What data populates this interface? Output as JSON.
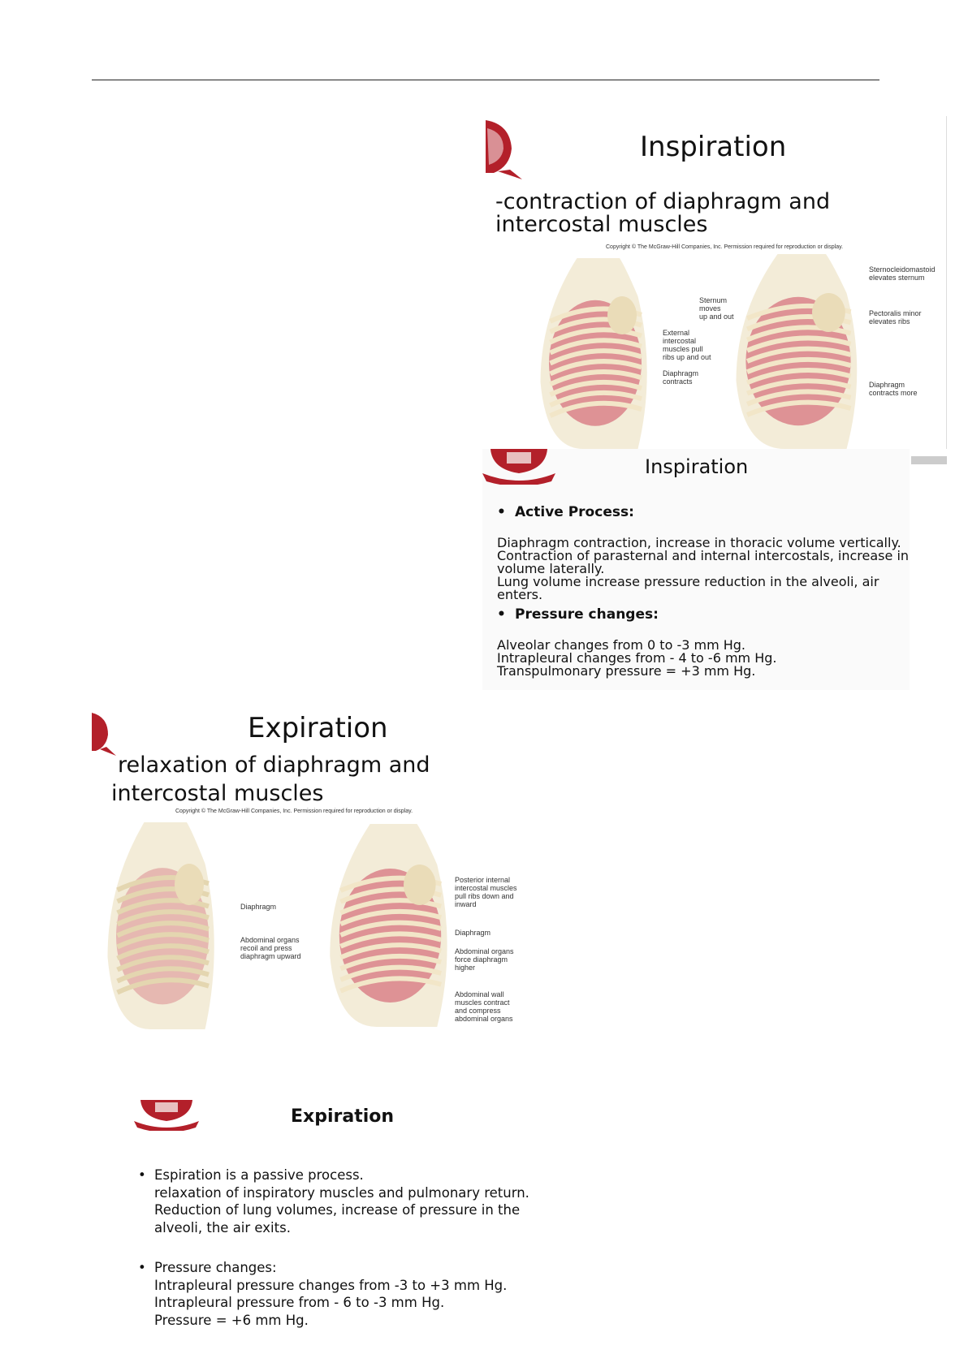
{
  "slides": {
    "inspiration_figure": {
      "title": "Inspiration",
      "subtitle_line1": "-contraction of diaphragm  and",
      "subtitle_line2": "intercostal muscles",
      "copyright": "Copyright © The McGraw-Hill Companies, Inc. Permission required for reproduction or display.",
      "labels": {
        "external_intercostal": "External\nintercostal\nmuscles pull\nribs up and out",
        "diaphragm_contracts": "Diaphragm\ncontracts",
        "sternum": "Sternum\nmoves\nup and out",
        "sternocleidomastoid": "Sternocleidomastoid\nelevates sternum",
        "pectoralis": "Pectoralis minor\nelevates ribs",
        "diaphragm_more": "Diaphragm\ncontracts more"
      }
    },
    "inspiration_text": {
      "title": "Inspiration",
      "bullet1": "Active Process:",
      "para1": [
        "Diaphragm contraction, increase in thoracic volume vertically.",
        "Contraction of parasternal and internal intercostals, increase in",
        "volume laterally.",
        "Lung volume increase pressure reduction in the alveoli, air enters."
      ],
      "bullet2": "Pressure changes:",
      "para2": [
        "Alveolar changes from 0 to -3 mm Hg.",
        "Intrapleural changes from - 4 to -6 mm Hg.",
        "Transpulmonary pressure = +3 mm Hg."
      ]
    },
    "expiration_figure": {
      "title": "Expiration",
      "subtitle_line1": "relaxation of diaphragm and",
      "subtitle_line2": "intercostal muscles",
      "copyright": "Copyright © The McGraw-Hill Companies, Inc. Permission required for reproduction or display.",
      "labels": {
        "diaphragm_left": "Diaphragm",
        "abdominal_recoil": "Abdominal organs\nrecoil and press\ndiaphragm upward",
        "posterior_internal": "Posterior internal\nintercostal muscles\npull ribs down and\ninward",
        "diaphragm_right": "Diaphragm",
        "abdominal_force": "Abdominal organs\nforce diaphragm\nhigher",
        "abdominal_wall": "Abdominal wall\nmuscles contract\nand compress\nabdominal organs"
      }
    },
    "expiration_text": {
      "title": "Expiration",
      "bullet1": [
        "Espiration is a passive process.",
        "relaxation of inspiratory muscles and pulmonary return.",
        "Reduction of lung volumes, increase of pressure in the",
        "alveoli, the air exits."
      ],
      "bullet2": [
        "Pressure changes:",
        "Intrapleural pressure changes from -3 to +3 mm Hg.",
        "Intrapleural pressure from - 6 to -3 mm Hg.",
        "Pressure = +6 mm Hg."
      ]
    }
  },
  "colors": {
    "logo_red": "#b3202a",
    "bone": "#eadcb8",
    "muscle": "#d9838a"
  }
}
